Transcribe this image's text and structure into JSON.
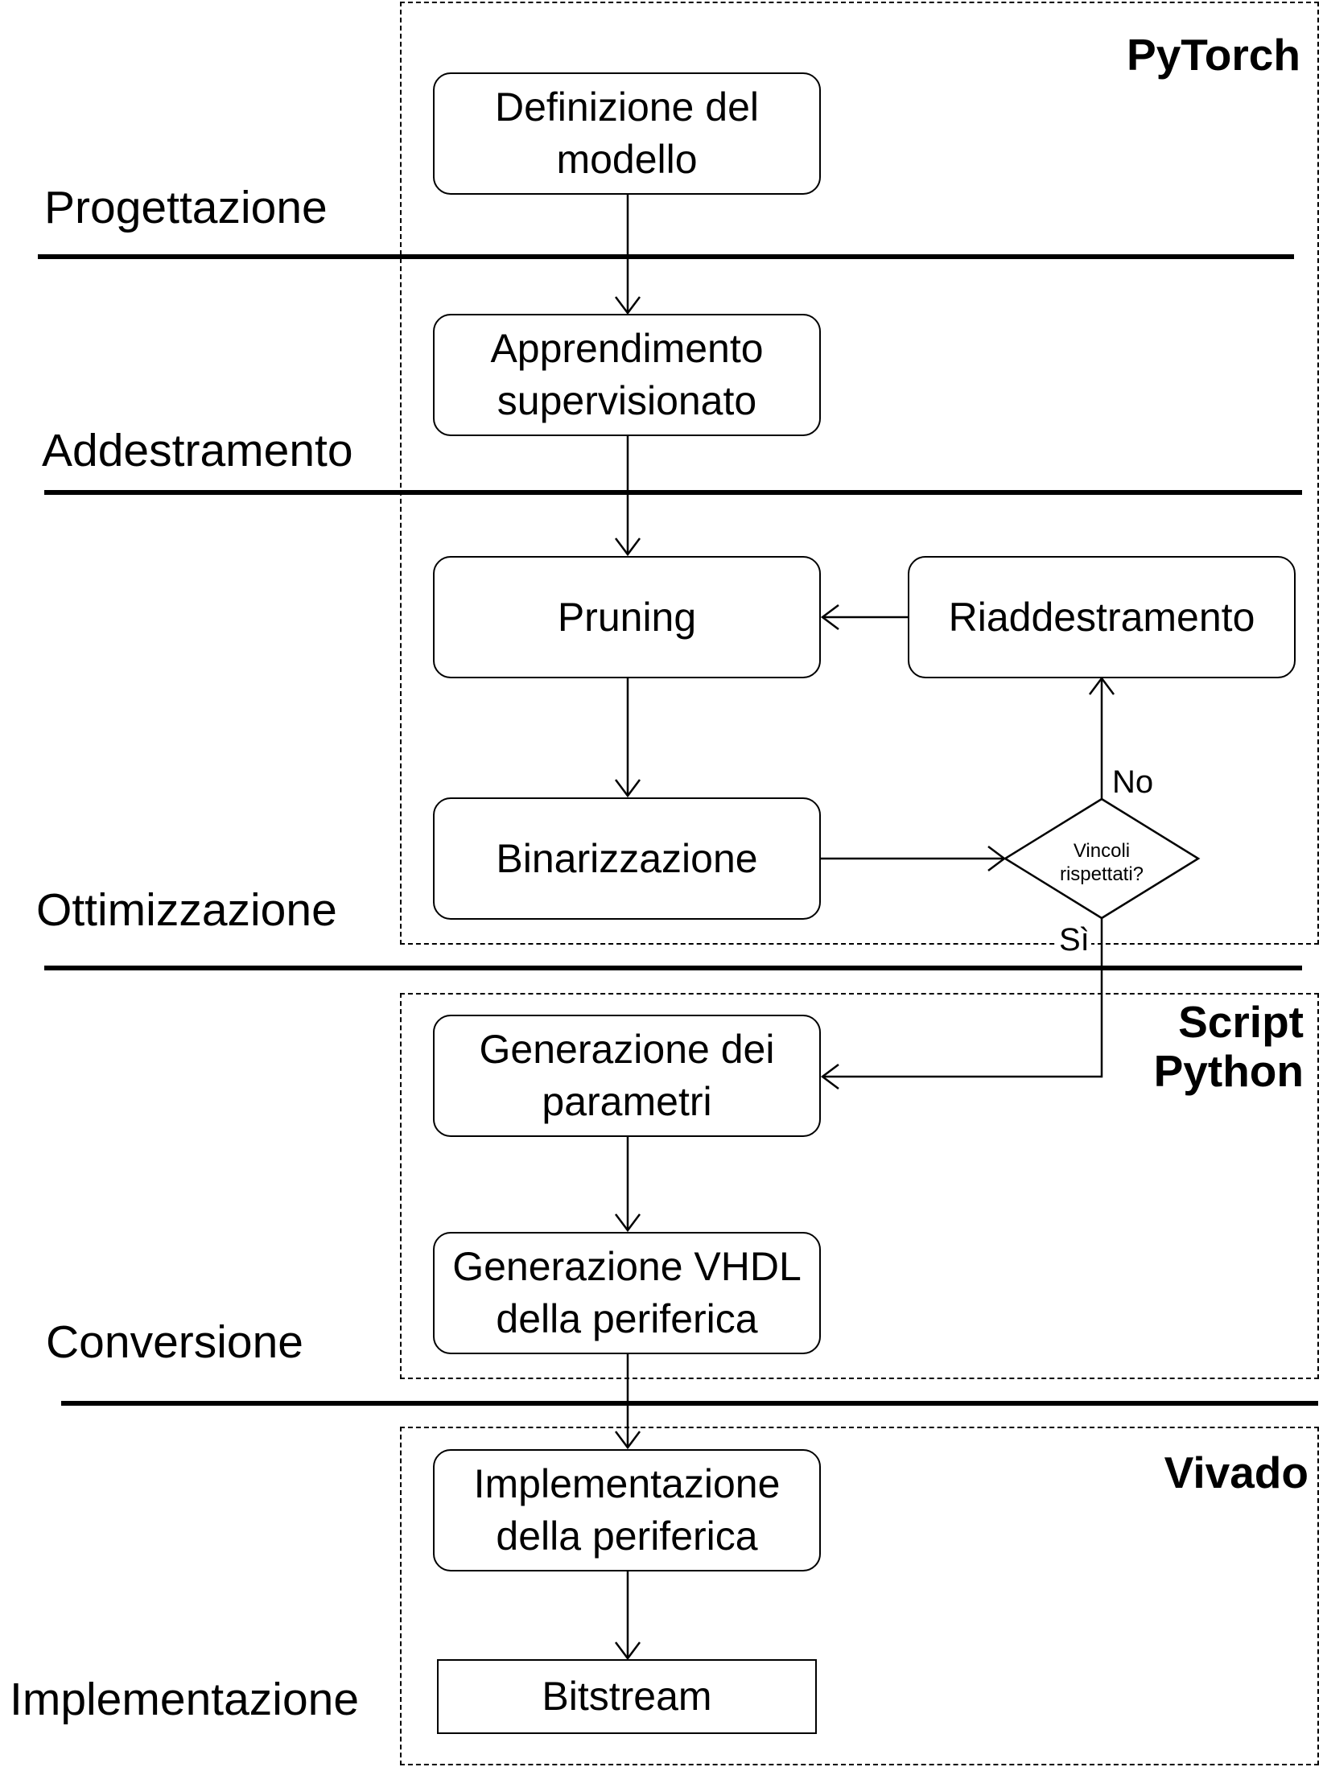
{
  "groups": {
    "pytorch": "PyTorch",
    "script_python": "Script\nPython",
    "vivado": "Vivado"
  },
  "phases": {
    "progettazione": "Progettazione",
    "addestramento": "Addestramento",
    "ottimizzazione": "Ottimizzazione",
    "conversione": "Conversione",
    "implementazione": "Implementazione"
  },
  "nodes": {
    "definizione": "Definizione del modello",
    "apprendimento": "Apprendimento supervisionato",
    "pruning": "Pruning",
    "riaddestramento": "Riaddestramento",
    "binarizzazione": "Binarizzazione",
    "vincoli": "Vincoli rispettati?",
    "generazione_parametri": "Generazione dei parametri",
    "generazione_vhdl": "Generazione VHDL della periferica",
    "implementazione_periferica": "Implementazione della periferica",
    "bitstream": "Bitstream"
  },
  "edge_labels": {
    "no": "No",
    "si": "Sì"
  }
}
